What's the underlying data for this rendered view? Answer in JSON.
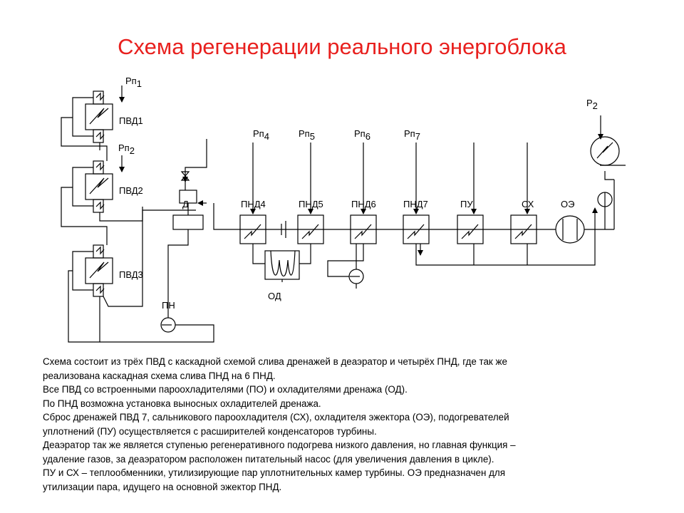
{
  "title": "Схема регенерации реального энергоблока",
  "labels": {
    "pvd1": "ПВД1",
    "pvd2": "ПВД2",
    "pvd3": "ПВД3",
    "d": "Д",
    "pn": "ПН",
    "od": "ОД",
    "pnd4": "ПНД4",
    "pnd5": "ПНД5",
    "pnd6": "ПНД6",
    "pnd7": "ПНД7",
    "pu": "ПУ",
    "sx": "СХ",
    "oe": "ОЭ",
    "rp1": {
      "main": "Рп",
      "sub": "1"
    },
    "rp2": {
      "main": "Рп",
      "sub": "2"
    },
    "rp4": {
      "main": "Рп",
      "sub": "4"
    },
    "rp5": {
      "main": "Рп",
      "sub": "5"
    },
    "rp6": {
      "main": "Рп",
      "sub": "6"
    },
    "rp7": {
      "main": "Рп",
      "sub": "7"
    },
    "p2": {
      "main": "Р",
      "sub": "2"
    }
  },
  "description": [
    "Схема состоит из трёх ПВД с каскадной схемой слива дренажей в деаэратор и четырёх ПНД, где так же",
    "реализована каскадная схема слива ПНД на 6 ПНД.",
    "Все ПВД со встроенными пароохладителями (ПО) и охладителями дренажа (ОД).",
    "По ПНД возможна установка выносных охладителей дренажа.",
    "Сброс дренажей ПВД 7, сальникового пароохладителя (СХ), охладителя эжектора (ОЭ), подогревателей",
    "уплотнений (ПУ) осуществляется с расширителей конденсаторов турбины.",
    "Деаэратор так же является ступенью регенеративного подогрева низкого давления, но главная функция –",
    "удаление газов, за деаэратором расположен питательный насос (для увеличения давления в цикле).",
    "ПУ и СХ – теплообменники, утилизирующие пар уплотнительных камер турбины. ОЭ предназначен для",
    "утилизации пара, идущего на основной эжектор ПНД."
  ]
}
